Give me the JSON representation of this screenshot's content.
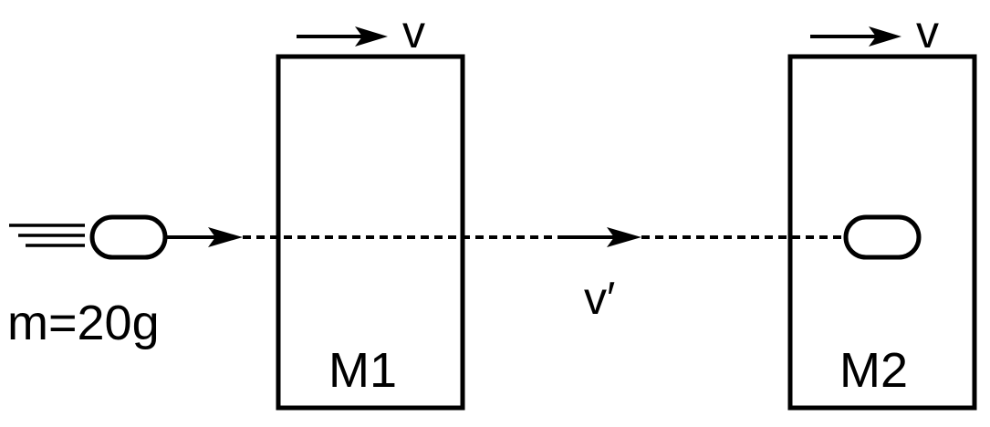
{
  "diagram": {
    "bullet_mass_label": "m=20g",
    "block1_label": "M1",
    "block2_label": "M2",
    "block1_velocity_label": "v",
    "block2_velocity_label": "v",
    "bullet_after_velocity_label": "v′"
  },
  "colors": {
    "stroke": "#000000",
    "background": "#ffffff"
  }
}
